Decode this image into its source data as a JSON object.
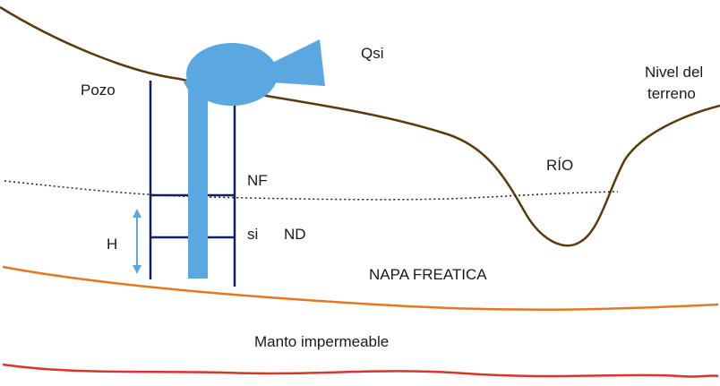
{
  "labels": {
    "pozo": "Pozo",
    "qsi": "Qsi",
    "nivel_line1": "Nivel del",
    "nivel_line2": "terreno",
    "rio": "RÍO",
    "nf": "NF",
    "si": "si",
    "nd": "ND",
    "h": "H",
    "napa": "NAPA FREATICA",
    "manto": "Manto impermeable"
  },
  "colors": {
    "terrain": "#5b3a0e",
    "well": "#12205e",
    "pump": "#5aa8df",
    "water_table": "#222222",
    "napa_boundary": "#e8761f",
    "impermeable_boundary": "#d9362b",
    "arrow": "#5aa8df"
  }
}
